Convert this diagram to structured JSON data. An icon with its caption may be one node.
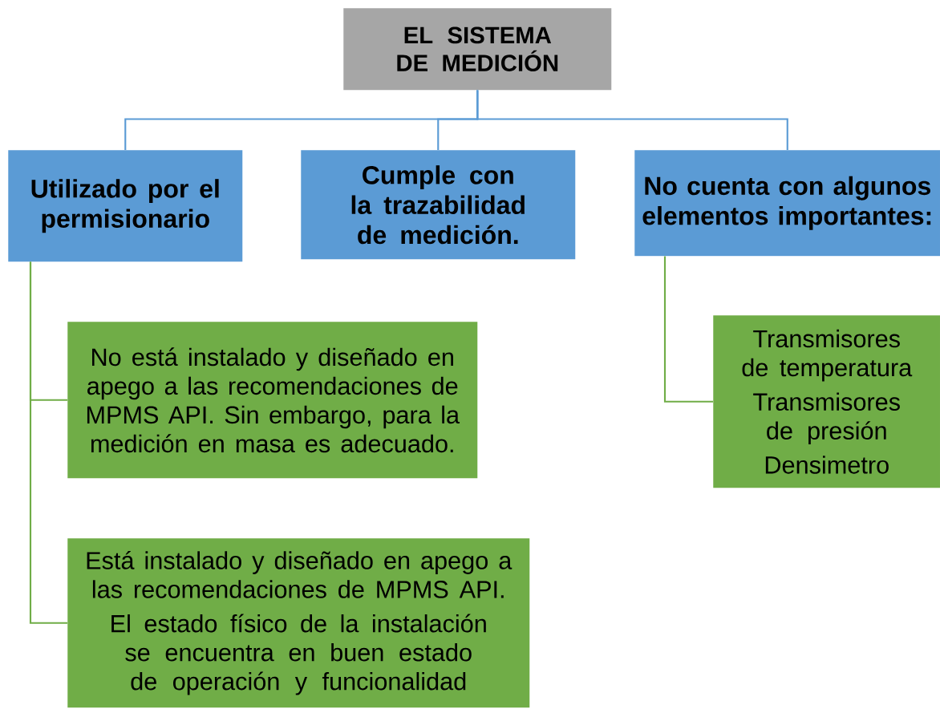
{
  "diagram": {
    "nodes": [
      {
        "text": [
          "EL SISTEMA DE MEDICIÓN"
        ]
      },
      {
        "text": [
          "Utilizado por el permisionario"
        ]
      },
      {
        "text": [
          "Cumple con la trazabilidad de medición."
        ]
      },
      {
        "text": [
          "No cuenta con algunos elementos importantes:"
        ]
      },
      {
        "text": [
          "No está instalado y diseñado en apego a las recomendaciones de MPMS API. Sin embargo, para la medición en masa es adecuado."
        ]
      },
      {
        "text": [
          "Está instalado y diseñado en apego a las recomendaciones de MPMS API.",
          "El estado físico de la instalación se encuentra en buen estado de operación y funcionalidad"
        ]
      },
      {
        "text": [
          "Transmisores de temperatura",
          "Transmisores de presión",
          "Densimetro"
        ]
      }
    ],
    "edges": [
      {
        "from": 0,
        "to": 1,
        "arrow": "none"
      },
      {
        "from": 0,
        "to": 2,
        "arrow": "none"
      },
      {
        "from": 0,
        "to": 3,
        "arrow": "none"
      },
      {
        "from": 1,
        "to": 4,
        "arrow": "none",
        "color": "#70ad47"
      },
      {
        "from": 1,
        "to": 5,
        "arrow": "none",
        "color": "#70ad47"
      },
      {
        "from": 3,
        "to": 6,
        "arrow": "none",
        "color": "#70ad47"
      }
    ]
  }
}
